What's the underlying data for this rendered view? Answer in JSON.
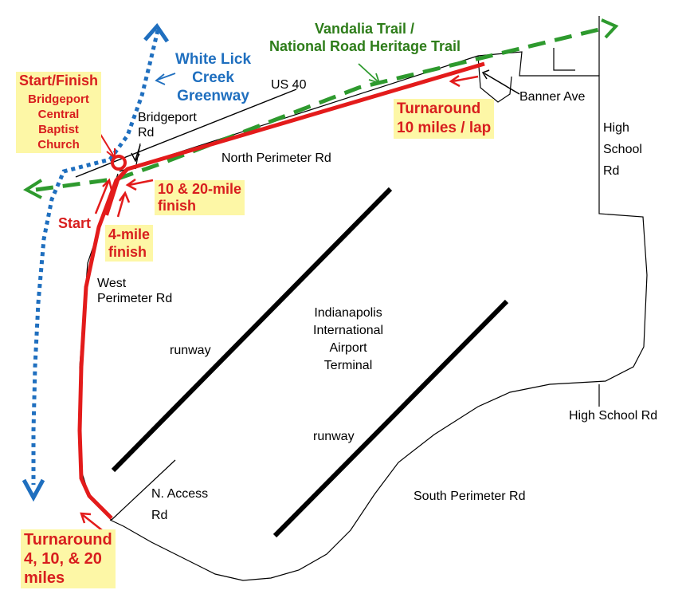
{
  "trails": {
    "vandalia": "Vandalia Trail /",
    "national_road": "National Road Heritage Trail",
    "white_lick": [
      "White Lick",
      "Creek",
      "Greenway"
    ]
  },
  "roads": {
    "us40": "US 40",
    "bridgeport": [
      "Bridgeport",
      "Rd"
    ],
    "north_perimeter": "North Perimeter Rd",
    "west_perimeter": [
      "West",
      "Perimeter Rd"
    ],
    "banner_ave": "Banner Ave",
    "high_school_vertical": [
      "High",
      "School",
      "Rd"
    ],
    "high_school_horizontal": "High School Rd",
    "south_perimeter": "South Perimeter Rd",
    "n_access": [
      "N. Access",
      "Rd"
    ]
  },
  "airport": {
    "terminal": [
      "Indianapolis",
      "International",
      "Airport",
      "Terminal"
    ],
    "runway_1": "runway",
    "runway_2": "runway"
  },
  "race": {
    "start_finish_title": "Start/Finish",
    "church": [
      "Bridgeport",
      "Central",
      "Baptist",
      "Church"
    ],
    "start": "Start",
    "finish_10_20": [
      "10 & 20-mile",
      "finish"
    ],
    "finish_4": [
      "4-mile",
      "finish"
    ],
    "turnaround_top": [
      "Turnaround",
      "10 miles / lap"
    ],
    "turnaround_bottom": [
      "Turnaround",
      "4, 10, & 20",
      "miles"
    ]
  },
  "colors": {
    "course": "#e31b1b",
    "trail_green": "#2e9a2e",
    "greenway_blue": "#1f6fbf",
    "highlight": "#fdf7a6"
  }
}
